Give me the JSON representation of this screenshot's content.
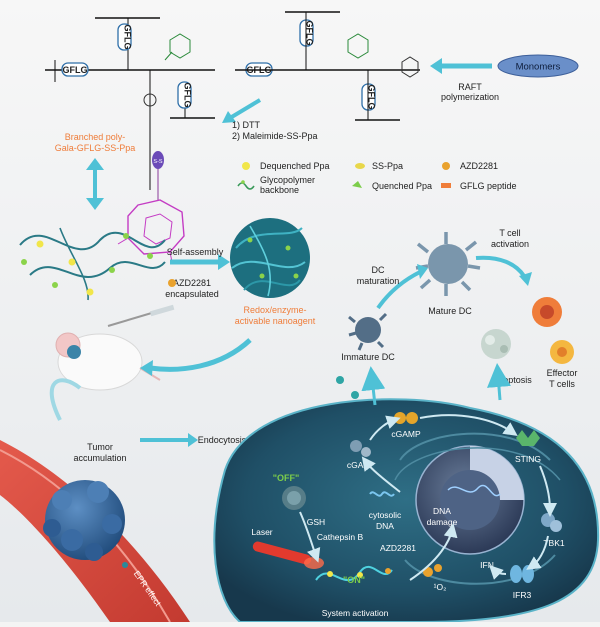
{
  "polymer": {
    "peptide_label": "GFLG",
    "monomers": "Monomers",
    "raft_line1": "RAFT",
    "raft_line2": "polymerization",
    "step1": "1) DTT",
    "step2": "2) Maleimide-SS-Ppa",
    "branched_line1": "Branched poly-",
    "branched_line2": "Gala-GFLG-SS-Ppa",
    "ss_tag": "S-S"
  },
  "legend": {
    "dequenched": "Dequenched Ppa",
    "ss_ppa": "SS-Ppa",
    "azd": "AZD2281",
    "glyco1": "Glycopolymer",
    "glyco2": "backbone",
    "quenched": "Quenched Ppa",
    "gflg": "GFLG peptide"
  },
  "assembly": {
    "self_assembly": "Self-assembly",
    "azd_line1": "AZD2281",
    "azd_line2": "encapsulated",
    "nano_line1": "Redox/enzyme-",
    "nano_line2": "activable nanoagent"
  },
  "immune": {
    "dc_mat1": "DC",
    "dc_mat2": "maturation",
    "mature_dc": "Mature DC",
    "tcell1": "T cell",
    "tcell2": "activation",
    "immature_dc": "Immature DC",
    "effector1": "Effector",
    "effector2": "T cells",
    "apoptosis": "Apoptosis"
  },
  "tumor": {
    "accum1": "Tumor",
    "accum2": "accumulation",
    "endocytosis": "Endocytosis",
    "epr": "EPR effect"
  },
  "cell": {
    "off": "\"OFF\"",
    "on": "\"ON\"",
    "cgamp": "cGAMP",
    "cgas": "cGAS",
    "sting": "STING",
    "cyto1": "cytosolic",
    "cyto2": "DNA",
    "dna1": "DNA",
    "dna2": "damage",
    "gsh": "GSH",
    "laser": "Laser",
    "cathepsin": "Cathepsin B",
    "azd": "AZD2281",
    "ifn": "IFN",
    "tbk1": "TBK1",
    "irf3": "IFR3",
    "singlet": "¹O₂",
    "system": "System activation"
  }
}
